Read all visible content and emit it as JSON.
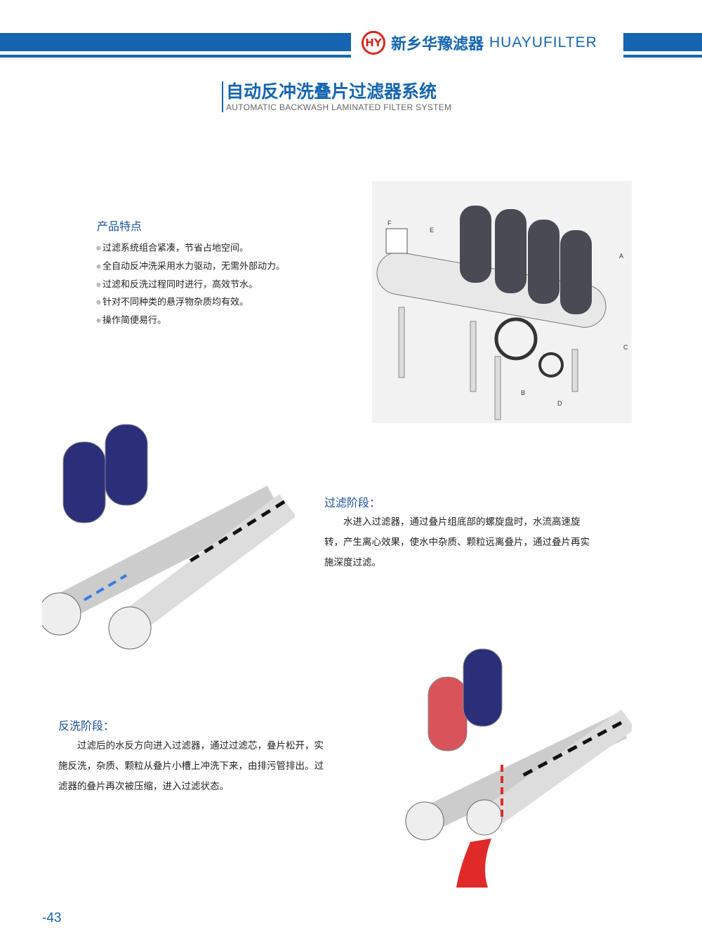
{
  "header": {
    "brand_cn": "新乡华豫滤器",
    "brand_en": "HUAYUFILTER",
    "logo_mark": "HY"
  },
  "title": {
    "cn": "自动反冲洗叠片过滤器系统",
    "en": "AUTOMATIC BACKWASH LAMINATED FILTER SYSTEM"
  },
  "features": {
    "heading": "产品特点",
    "items": [
      "过滤系统组合紧凑，节省占地空间。",
      "全自动反冲洗采用水力驱动，无需外部动力。",
      "过滤和反洗过程同时进行，高效节水。",
      "针对不同种类的悬浮物杂质均有效。",
      "操作简便易行。"
    ]
  },
  "diagram_labels": {
    "a": "A",
    "b": "B",
    "c": "C",
    "d": "D",
    "e": "E",
    "f": "F"
  },
  "filtration": {
    "heading": "过滤阶段：",
    "text": "水进入过滤器，通过叠片组底部的螺旋盘时，水流高速旋转，产生离心效果，使水中杂质、颗粒远离叠片，通过叠片再实施深度过滤。"
  },
  "backwash": {
    "heading": "反洗阶段：",
    "text": "过滤后的水反方向进入过滤器，通过过滤芯，叠片松开，实施反洗，杂质、颗粒从叠片小槽上冲洗下来，由排污管排出。过滤器的叠片再次被压缩，进入过滤状态。"
  },
  "page_number": "-43"
}
